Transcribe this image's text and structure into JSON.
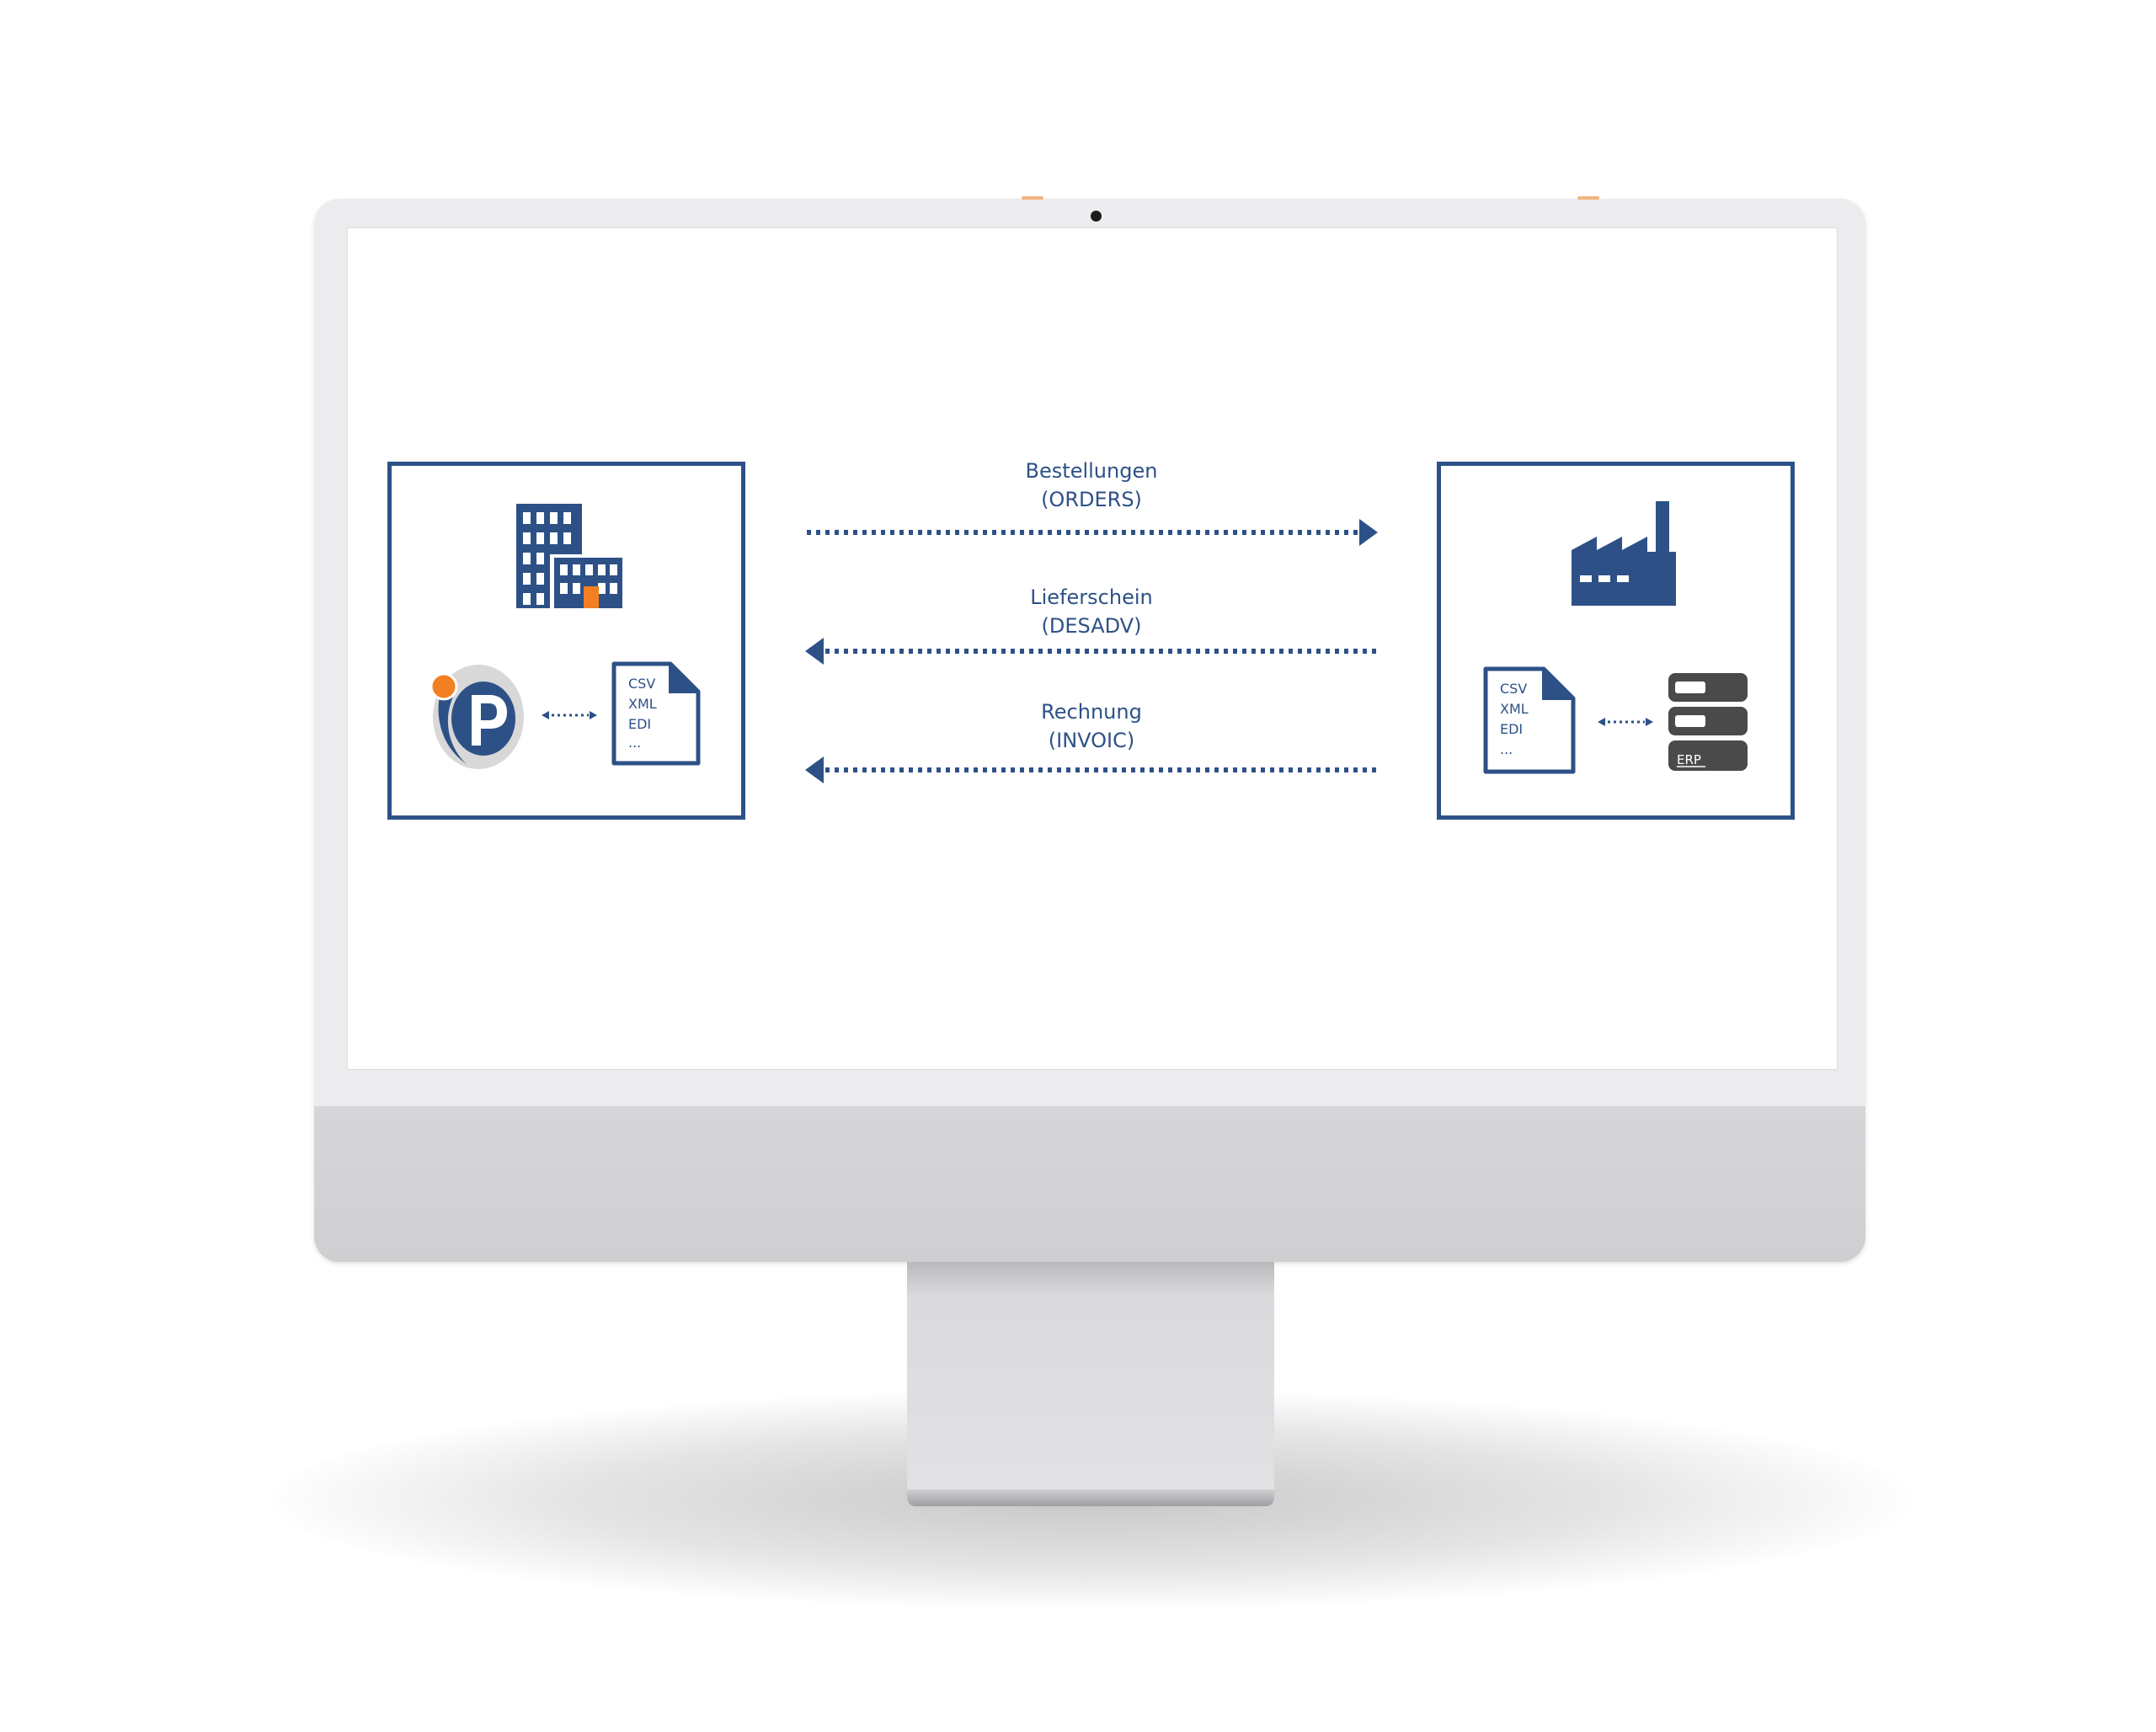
{
  "colors": {
    "primary": "#2d5187",
    "accent": "#f27f21",
    "erp_gray": "#4a4a4a"
  },
  "left_box": {
    "icons": [
      "office-building-icon",
      "p-logo-icon",
      "bidirectional-arrow-icon",
      "document-icon"
    ],
    "document_lines": [
      "CSV",
      "XML",
      "EDI",
      "..."
    ]
  },
  "right_box": {
    "icons": [
      "factory-icon",
      "document-icon",
      "bidirectional-arrow-icon",
      "erp-server-icon"
    ],
    "document_lines": [
      "CSV",
      "XML",
      "EDI",
      "..."
    ],
    "erp_label": "ERP"
  },
  "flows": [
    {
      "name": "Bestellungen",
      "code": "(ORDERS)",
      "direction": "right"
    },
    {
      "name": "Lieferschein",
      "code": "(DESADV)",
      "direction": "left"
    },
    {
      "name": "Rechnung",
      "code": "(INVOIC)",
      "direction": "left"
    }
  ]
}
